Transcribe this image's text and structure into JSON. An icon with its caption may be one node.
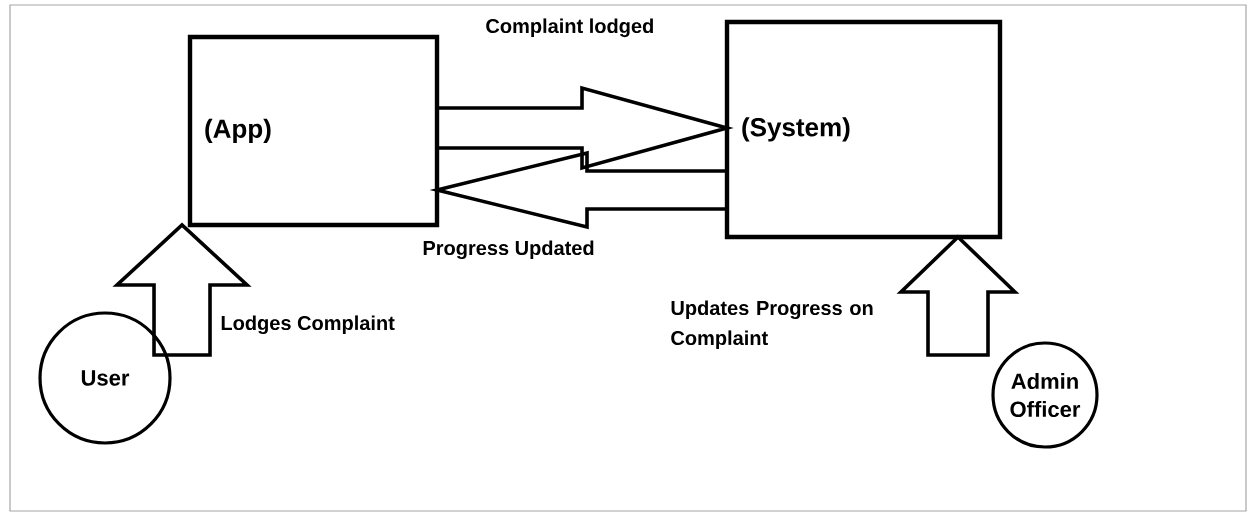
{
  "diagram": {
    "nodes": [
      {
        "text": [
          "(App)"
        ]
      },
      {
        "text": [
          "(System)"
        ]
      },
      {
        "text": [
          "User"
        ]
      },
      {
        "text": [
          "Admin Officer"
        ]
      }
    ],
    "edges": [
      {
        "from": 0,
        "to": 1,
        "arrow": "to",
        "label": "Complaint lodged"
      },
      {
        "from": 1,
        "to": 0,
        "arrow": "to",
        "label": "Progress Updated"
      },
      {
        "from": 2,
        "to": 0,
        "arrow": "to",
        "label": "Lodges Complaint"
      },
      {
        "from": 3,
        "to": 1,
        "arrow": "to",
        "label": "Updates Progress on Complaint"
      }
    ]
  }
}
